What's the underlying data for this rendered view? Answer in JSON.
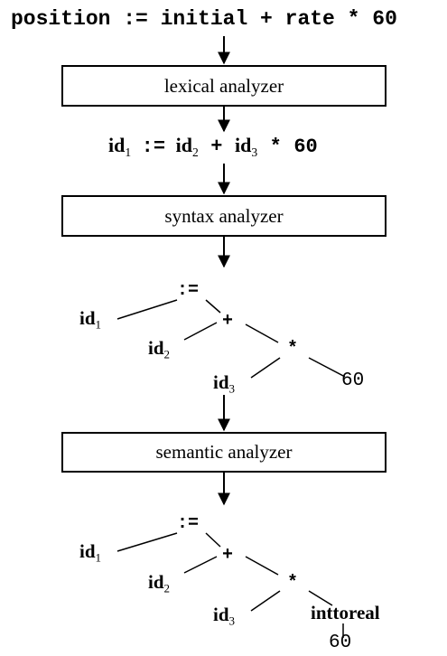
{
  "source_statement": "position := initial + rate * 60",
  "phases": {
    "lexical": "lexical analyzer",
    "syntax": "syntax analyzer",
    "semantic": "semantic analyzer"
  },
  "token_stream": {
    "id1": "id",
    "id1_sub": "1",
    "assign": ":=",
    "id2": "id",
    "id2_sub": "2",
    "plus": "+",
    "id3": "id",
    "id3_sub": "3",
    "times": "*",
    "num": "60"
  },
  "syntax_tree": {
    "assign": ":=",
    "id1": "id",
    "id1_sub": "1",
    "plus": "+",
    "id2": "id",
    "id2_sub": "2",
    "times": "*",
    "id3": "id",
    "id3_sub": "3",
    "num": "60"
  },
  "semantic_tree": {
    "assign": ":=",
    "id1": "id",
    "id1_sub": "1",
    "plus": "+",
    "id2": "id",
    "id2_sub": "2",
    "times": "*",
    "id3": "id",
    "id3_sub": "3",
    "conv": "inttoreal",
    "num": "60"
  }
}
